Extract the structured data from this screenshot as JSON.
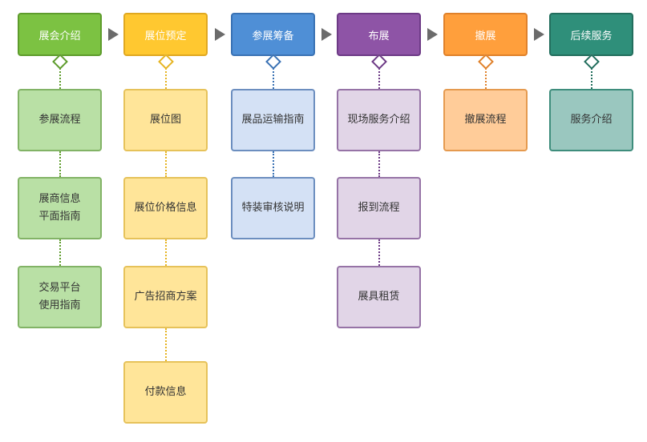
{
  "columns": [
    {
      "title": "展会介绍",
      "colors": {
        "header_bg": "#7cc242",
        "header_border": "#5e9c2c",
        "node_bg": "#b9e0a5",
        "node_border": "#82b366",
        "connector": "#5e9c2c"
      },
      "items": [
        "参展流程",
        "展商信息\n平面指南",
        "交易平台\n使用指南"
      ]
    },
    {
      "title": "展位预定",
      "colors": {
        "header_bg": "#ffc830",
        "header_border": "#e0a820",
        "node_bg": "#ffe599",
        "node_border": "#e6c25a",
        "connector": "#e6b422"
      },
      "items": [
        "展位图",
        "展位价格信息",
        "广告招商方案",
        "付款信息"
      ]
    },
    {
      "title": "参展筹备",
      "colors": {
        "header_bg": "#4f8fd6",
        "header_border": "#3a72b4",
        "node_bg": "#d4e1f5",
        "node_border": "#6c8ebf",
        "connector": "#3a72b4"
      },
      "items": [
        "展品运输指南",
        "特装审核说明"
      ]
    },
    {
      "title": "布展",
      "colors": {
        "header_bg": "#8e54a6",
        "header_border": "#6d3a86",
        "node_bg": "#e1d5e7",
        "node_border": "#9673a6",
        "connector": "#6d3a86"
      },
      "items": [
        "现场服务介绍",
        "报到流程",
        "展具租赁"
      ]
    },
    {
      "title": "撤展",
      "colors": {
        "header_bg": "#ff9f3c",
        "header_border": "#e0812a",
        "node_bg": "#ffcc99",
        "node_border": "#e59a4f",
        "connector": "#e0812a"
      },
      "items": [
        "撤展流程"
      ]
    },
    {
      "title": "后续服务",
      "colors": {
        "header_bg": "#2f8f7a",
        "header_border": "#226e5d",
        "node_bg": "#9ac7bf",
        "node_border": "#3e8d7c",
        "connector": "#226e5d"
      },
      "items": [
        "服务介绍"
      ]
    }
  ]
}
